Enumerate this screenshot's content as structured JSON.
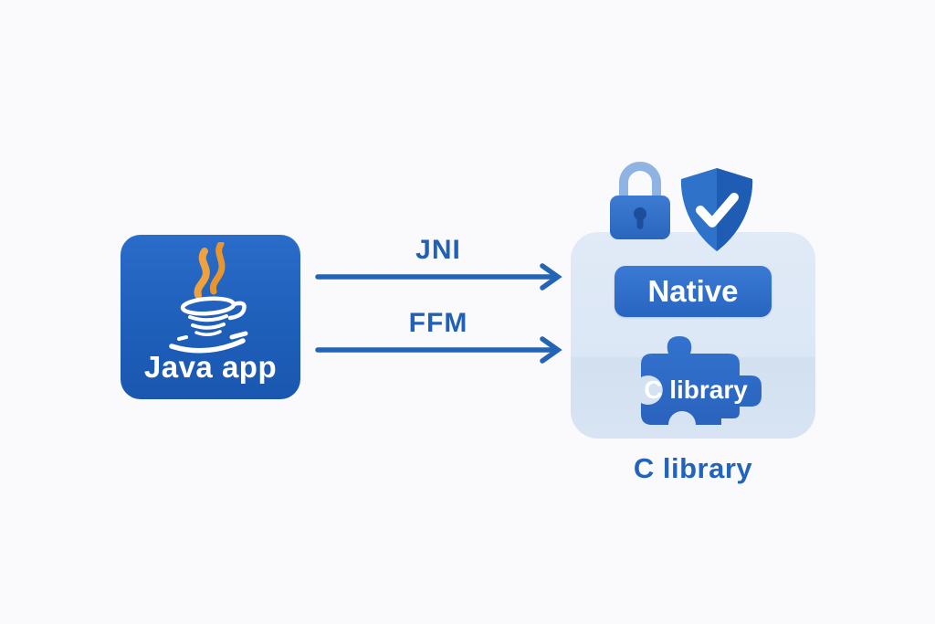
{
  "diagram": {
    "java_app": {
      "label": "Java app"
    },
    "connections": [
      {
        "label": "JNI"
      },
      {
        "label": "FFM"
      }
    ],
    "target": {
      "native_label": "Native",
      "puzzle_label": "C library",
      "caption": "C library"
    },
    "icons": [
      "java-cup-icon",
      "lock-icon",
      "shield-check-icon",
      "puzzle-piece-icon"
    ],
    "colors": {
      "node_blue": "#1f61bd",
      "arrow_blue": "#2364b6",
      "button_blue": "#2f70cb",
      "panel_light_blue_top": "#dde8f6",
      "panel_light_blue_bottom": "#d3e1f1",
      "steam_orange": "#eda23f",
      "label_text_blue": "#2060b5",
      "background": "#fafafc"
    }
  }
}
